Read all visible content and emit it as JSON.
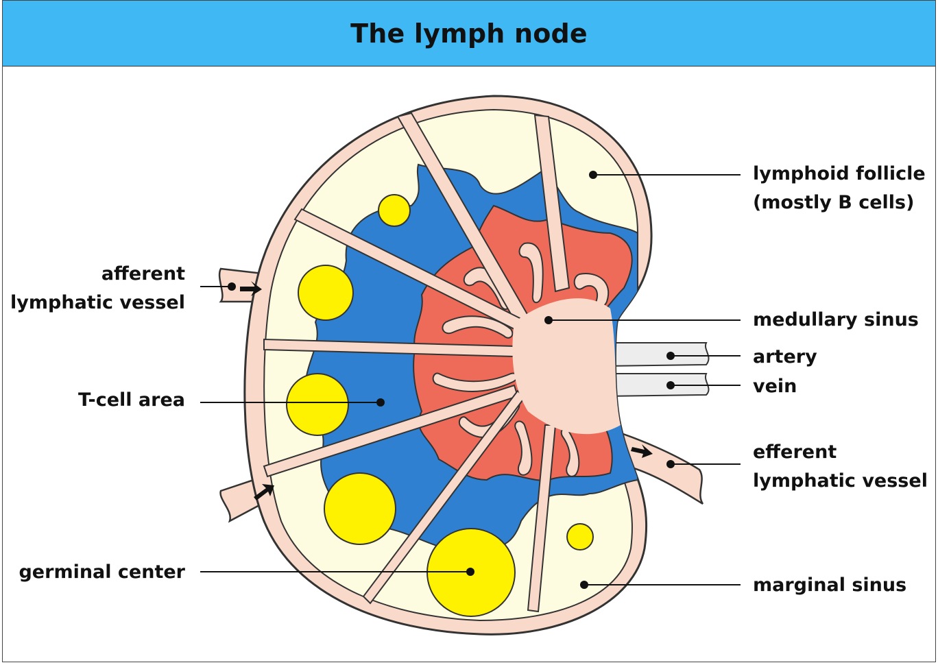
{
  "title": "The lymph node",
  "labels": {
    "afferent_line1": "afferent",
    "afferent_line2": "lymphatic vessel",
    "t_cell": "T-cell area",
    "germinal": "germinal center",
    "follicle_line1": "lymphoid follicle",
    "follicle_line2": "(mostly B cells)",
    "medullary": "medullary sinus",
    "artery": "artery",
    "vein": "vein",
    "efferent_line1": "efferent",
    "efferent_line2": "lymphatic vessel",
    "marginal": "marginal sinus"
  },
  "colors": {
    "capsule": "#f9d9c9",
    "cortex": "#fdfbe0",
    "t_cell_area": "#2f80d0",
    "medulla": "#ef6b59",
    "follicle": "#fff200",
    "header": "#3fb8f4",
    "vessels": "#eeeeee"
  }
}
